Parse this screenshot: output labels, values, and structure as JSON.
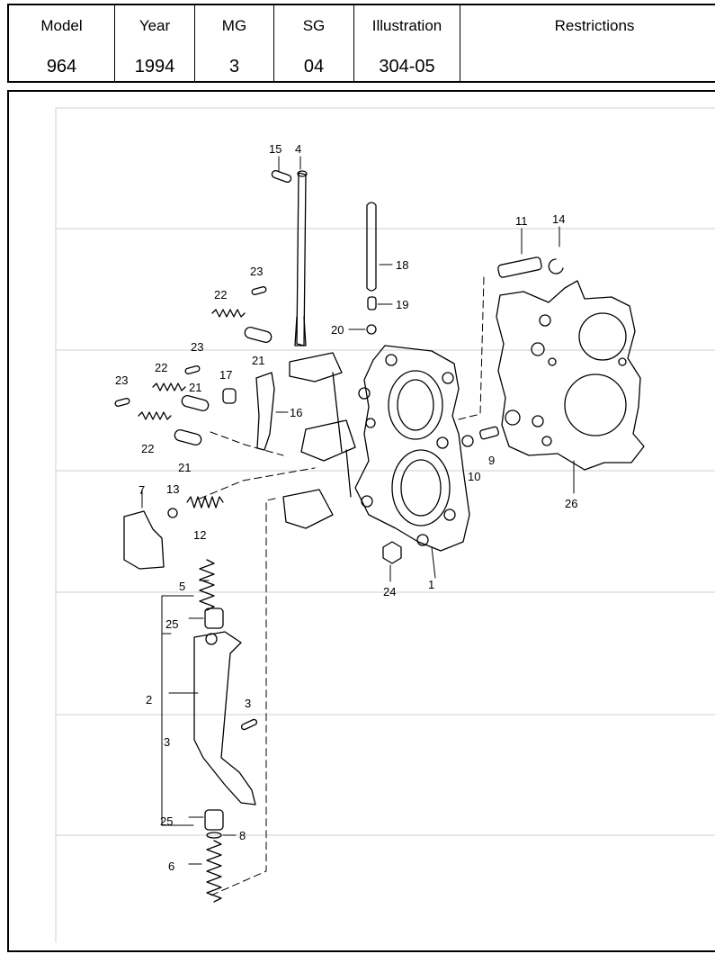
{
  "header": {
    "columns": [
      {
        "label": "Model",
        "value": "964"
      },
      {
        "label": "Year",
        "value": "1994"
      },
      {
        "label": "MG",
        "value": "3"
      },
      {
        "label": "SG",
        "value": "04"
      },
      {
        "label": "Illustration",
        "value": "304-05"
      },
      {
        "label": "Restrictions",
        "value": ""
      }
    ]
  },
  "diagram": {
    "callouts": [
      "15",
      "4",
      "18",
      "19",
      "20",
      "23",
      "22",
      "21",
      "23",
      "22",
      "17",
      "16",
      "21",
      "23",
      "22",
      "21",
      "11",
      "14",
      "10",
      "9",
      "26",
      "7",
      "13",
      "12",
      "5",
      "25",
      "2",
      "3",
      "3",
      "25",
      "8",
      "6",
      "24",
      "1"
    ]
  }
}
